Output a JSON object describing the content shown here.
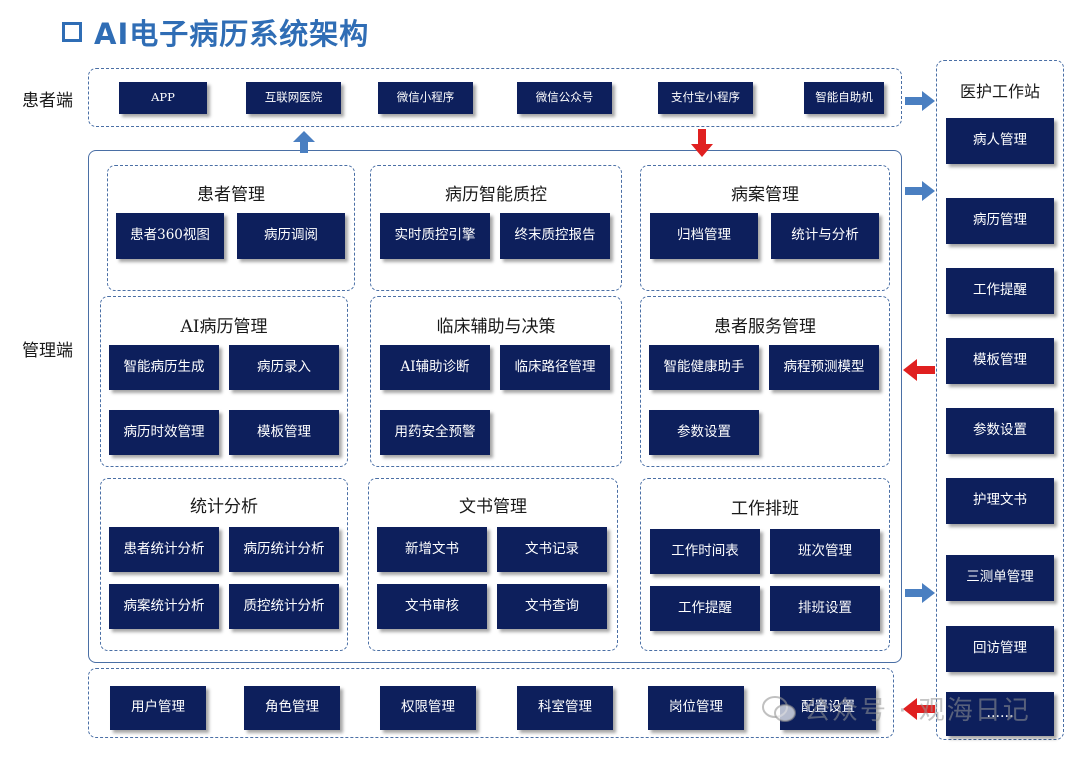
{
  "title": "AI电子病历系统架构",
  "labels": {
    "patient_side": "患者端",
    "admin_side": "管理端"
  },
  "patient_channels": [
    "APP",
    "互联网医院",
    "微信小程序",
    "微信公众号",
    "支付宝小程序",
    "智能自助机"
  ],
  "groups": {
    "patient_mgmt": {
      "title": "患者管理",
      "items": [
        "患者360视图",
        "病历调阅"
      ]
    },
    "qc": {
      "title": "病历智能质控",
      "items": [
        "实时质控引擎",
        "终末质控报告"
      ]
    },
    "case_mgmt": {
      "title": "病案管理",
      "items": [
        "归档管理",
        "统计与分析"
      ]
    },
    "ai_record": {
      "title": "AI病历管理",
      "items": [
        "智能病历生成",
        "病历录入",
        "病历时效管理",
        "模板管理"
      ]
    },
    "clinical": {
      "title": "临床辅助与决策",
      "items": [
        "AI辅助诊断",
        "临床路径管理",
        "用药安全预警"
      ]
    },
    "patient_service": {
      "title": "患者服务管理",
      "items": [
        "智能健康助手",
        "病程预测模型",
        "参数设置"
      ]
    },
    "stats": {
      "title": "统计分析",
      "items": [
        "患者统计分析",
        "病历统计分析",
        "病案统计分析",
        "质控统计分析"
      ]
    },
    "docs": {
      "title": "文书管理",
      "items": [
        "新增文书",
        "文书记录",
        "文书审核",
        "文书查询"
      ]
    },
    "schedule": {
      "title": "工作排班",
      "items": [
        "工作时间表",
        "班次管理",
        "工作提醒",
        "排班设置"
      ]
    }
  },
  "bottom_items": [
    "用户管理",
    "角色管理",
    "权限管理",
    "科室管理",
    "岗位管理",
    "配置设置"
  ],
  "station": {
    "title": "医护工作站",
    "items": [
      "病人管理",
      "病历管理",
      "工作提醒",
      "模板管理",
      "参数设置",
      "护理文书",
      "三测单管理",
      "回访管理",
      "……"
    ]
  },
  "watermark": "公众号 · 观海日记",
  "colors": {
    "navy": "#0d1f5c",
    "blue_arrow": "#4a7fc1",
    "red_arrow": "#e02020",
    "title": "#2f6db5"
  }
}
